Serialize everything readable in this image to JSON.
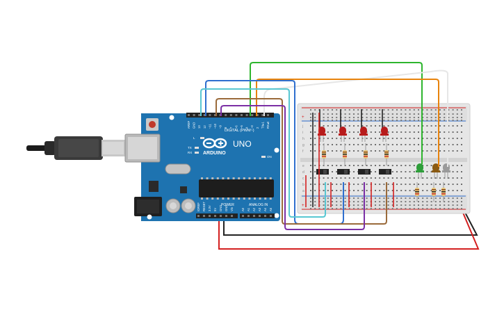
{
  "board": {
    "brand": "ARDUINO",
    "model": "UNO",
    "digital_header": "DIGITAL (PWM~)",
    "power_header": "POWER",
    "analog_header": "ANALOG IN",
    "indicator_l": "L",
    "indicator_tx": "TX",
    "indicator_rx": "RX",
    "indicator_on": "ON",
    "top_pins": [
      "AREF",
      "GND",
      "13",
      "12",
      "~11",
      "~10",
      "~9",
      "8",
      "7",
      "~6",
      "~5",
      "4",
      "~3",
      "2",
      "TX▸1",
      "RX◂0"
    ],
    "power_pins": [
      "IOREF",
      "RESET",
      "3.3V",
      "5V",
      "GND",
      "GND",
      "Vin"
    ],
    "analog_pins": [
      "A0",
      "A1",
      "A2",
      "A3",
      "A4",
      "A5"
    ]
  },
  "breadboard": {
    "row_letters": [
      "j",
      "i",
      "h",
      "g",
      "f",
      "e",
      "d",
      "c",
      "b",
      "a"
    ]
  },
  "components": {
    "led_colors": {
      "red": "#b71c1c",
      "green": "#2e9e3a",
      "orange": "#8a5a12",
      "white": "#9a9a9a"
    }
  },
  "wires": {
    "colors": {
      "green": "#2db52d",
      "orange": "#e8830c",
      "white": "#e6e6e6",
      "cyan": "#58c7d2",
      "blue": "#2f6fcf",
      "brown": "#9a6a3a",
      "purple": "#7b2fa5",
      "black": "#222222",
      "red": "#d42020"
    }
  }
}
